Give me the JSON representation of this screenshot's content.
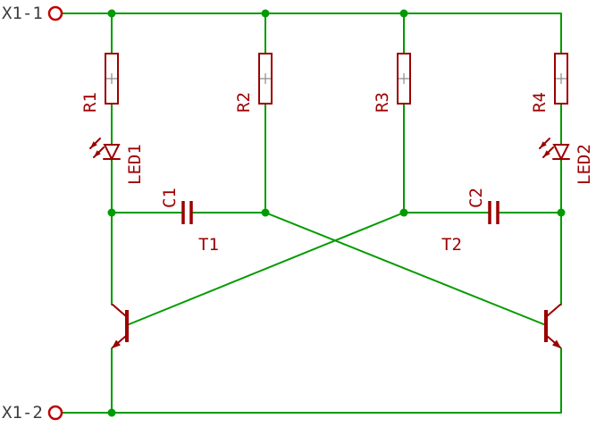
{
  "diagram_type": "circuit-schematic",
  "labels": {
    "x1_1": "X1-1",
    "x1_2": "X1-2",
    "r1": "R1",
    "r2": "R2",
    "r3": "R3",
    "r4": "R4",
    "led1": "LED1",
    "led2": "LED2",
    "c1": "C1",
    "c2": "C2",
    "t1": "T1",
    "t2": "T2"
  },
  "colors": {
    "wire": "#009b00",
    "symbol": "#9b0000",
    "pad": "#c00000",
    "pin_label": "#3d3d3d",
    "background": "#ffffff"
  }
}
